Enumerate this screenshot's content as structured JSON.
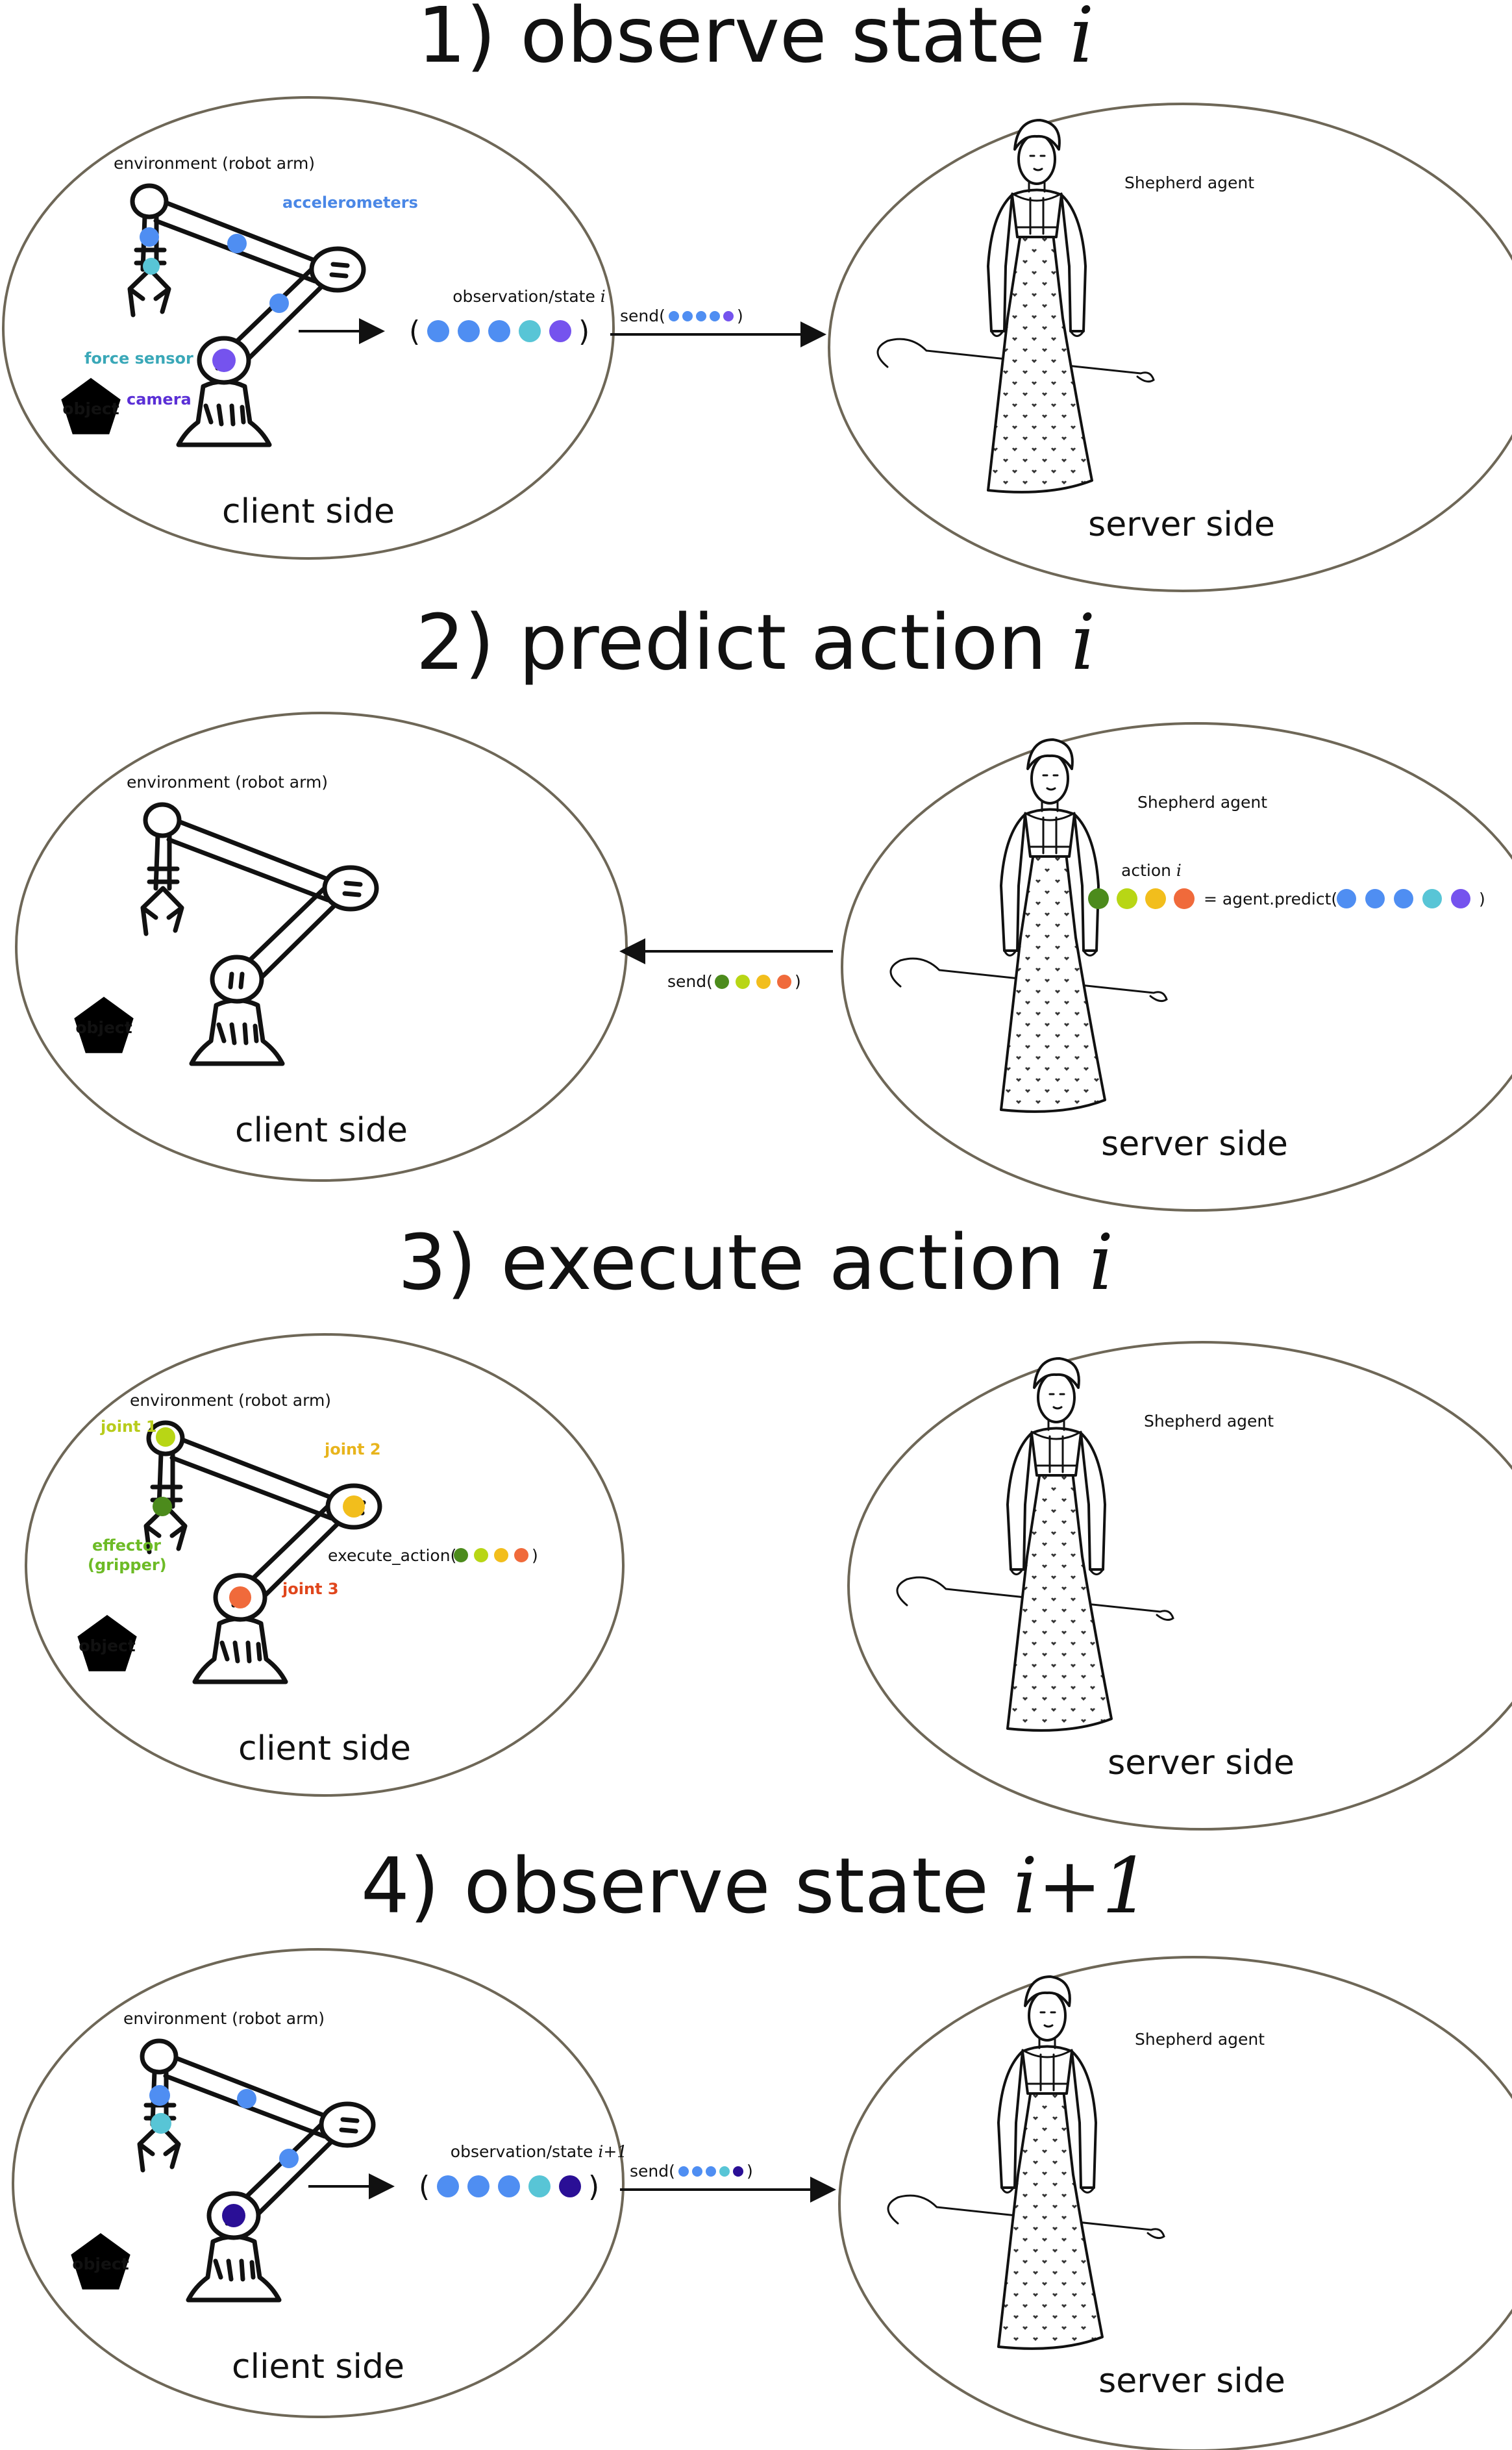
{
  "colors": {
    "blue": "#4f8ef2",
    "cyan": "#58c5d6",
    "violet": "#7553ee",
    "dark_blue": "#2a0f96",
    "dark_green": "#4c8b1c",
    "lime": "#b8d615",
    "yellow": "#f2be1c",
    "orange": "#f06a3b",
    "label_blue": "#4a87e6",
    "label_teal": "#3aa8b8",
    "label_violet": "#5a2fd6",
    "label_lime": "#b8cc1c",
    "label_gold": "#e8b41c",
    "label_orange": "#e0461c",
    "label_green": "#6dbb26",
    "ellipse_stroke": "#6e6757"
  },
  "steps": [
    {
      "title": "1) observe state",
      "title_var": "i",
      "client": {
        "side_label": "client side",
        "env_label": "environment (robot arm)",
        "object_label": "object",
        "sensor_labels": {
          "accelerometers": "accelerometers",
          "force_sensor": "force sensor",
          "camera": "camera"
        },
        "obs_label": "observation/state",
        "obs_var": "i",
        "obs_dots": [
          "blue",
          "blue",
          "blue",
          "cyan",
          "violet"
        ]
      },
      "message": {
        "label": "send(",
        "close": ")",
        "dots": [
          "blue",
          "blue",
          "blue",
          "blue",
          "violet"
        ]
      },
      "server": {
        "side_label": "server side",
        "agent_label": "Shepherd agent"
      }
    },
    {
      "title": "2) predict action",
      "title_var": "i",
      "client": {
        "side_label": "client side",
        "env_label": "environment (robot arm)",
        "object_label": "object"
      },
      "message": {
        "label": "send(",
        "close": ")",
        "dots": [
          "dark_green",
          "lime",
          "yellow",
          "orange"
        ]
      },
      "server": {
        "side_label": "server side",
        "agent_label": "Shepherd agent",
        "action_label": "action",
        "action_var": "i",
        "predict_text": "= agent.predict(",
        "predict_close": ")",
        "action_dots": [
          "dark_green",
          "lime",
          "yellow",
          "orange"
        ],
        "predict_dots": [
          "blue",
          "blue",
          "blue",
          "cyan",
          "violet"
        ]
      }
    },
    {
      "title": "3) execute action",
      "title_var": "i",
      "client": {
        "side_label": "client side",
        "env_label": "environment (robot arm)",
        "object_label": "object",
        "joint_labels": {
          "joint1": "joint 1",
          "joint2": "joint 2",
          "joint3": "joint 3",
          "effector": "effector",
          "gripper": "(gripper)"
        },
        "execute_text": "execute_action(",
        "execute_close": ")",
        "execute_dots": [
          "dark_green",
          "lime",
          "yellow",
          "orange"
        ]
      },
      "server": {
        "side_label": "server side",
        "agent_label": "Shepherd agent"
      }
    },
    {
      "title": "4) observe state",
      "title_var": "i+1",
      "client": {
        "side_label": "client side",
        "env_label": "environment (robot arm)",
        "object_label": "object",
        "obs_label": "observation/state",
        "obs_var": "i+1",
        "obs_dots": [
          "blue",
          "blue",
          "blue",
          "cyan",
          "dark_blue"
        ]
      },
      "message": {
        "label": "send(",
        "close": ")",
        "dots": [
          "blue",
          "blue",
          "blue",
          "cyan",
          "dark_blue"
        ]
      },
      "server": {
        "side_label": "server side",
        "agent_label": "Shepherd agent"
      }
    }
  ]
}
